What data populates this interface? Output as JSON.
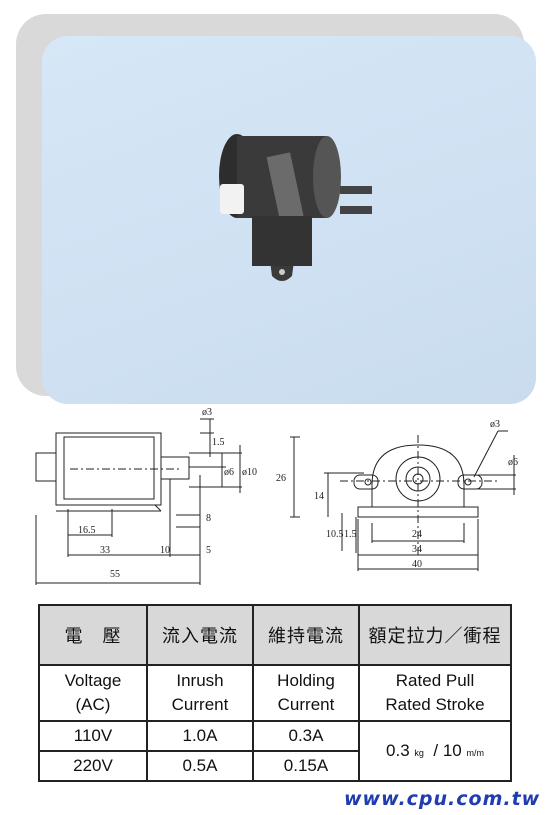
{
  "drawing_labels": {
    "phi3_left": "ø3",
    "d1_5_left": "1.5",
    "phi6_left": "ø6",
    "phi10": "ø10",
    "d8": "8",
    "d16_5": "16.5",
    "d33": "33",
    "d10": "10",
    "d5": "5",
    "d55": "55",
    "phi3_right": "ø3",
    "phi6_right": "ø6",
    "d26": "26",
    "d14": "14",
    "d10_5": "10.5",
    "d1_5_right": "1.5",
    "d24": "24",
    "d34": "34",
    "d40": "40"
  },
  "table": {
    "head": [
      "電　壓",
      "流入電流",
      "維持電流",
      "額定拉力／衝程"
    ],
    "sub_line1": [
      "Voltage",
      "Inrush",
      "Holding",
      "Rated Pull"
    ],
    "sub_line2": [
      "(AC)",
      "Current",
      "Current",
      "Rated Stroke"
    ],
    "rows": [
      [
        "110V",
        "1.0A",
        "0.3A"
      ],
      [
        "220V",
        "0.5A",
        "0.15A"
      ]
    ],
    "stroke_value_1": "0.3",
    "stroke_unit_1": "kg",
    "stroke_sep": "/",
    "stroke_value_2": "10",
    "stroke_unit_2": "m/m"
  },
  "footer_url": "www.cpu.com.tw"
}
